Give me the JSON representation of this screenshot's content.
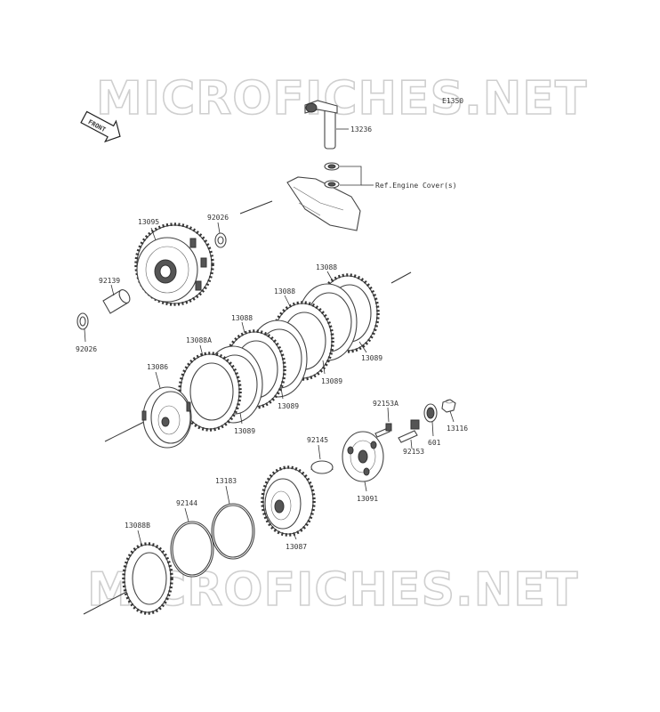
{
  "watermark": {
    "top": "MICROFICHES.NET",
    "bottom": "MICROFICHES.NET"
  },
  "drawing_code": "E1350",
  "front_marker": "FRONT",
  "reference_note": "Ref.Engine Cover(s)",
  "part_numbers": {
    "p13236": "13236",
    "p13095": "13095",
    "p92026_top": "92026",
    "p92139": "92139",
    "p92026_left": "92026",
    "p13088_a": "13088",
    "p13088_b": "13088",
    "p13088_c": "13088",
    "p13088A": "13088A",
    "p13089_a": "13089",
    "p13089_b": "13089",
    "p13089_c": "13089",
    "p13089_d": "13089",
    "p13086": "13086",
    "p92153A": "92153A",
    "p601": "601",
    "p13116": "13116",
    "p92145": "92145",
    "p92153": "92153",
    "p13091": "13091",
    "p13183": "13183",
    "p92144": "92144",
    "p13087": "13087",
    "p13088B": "13088B"
  }
}
